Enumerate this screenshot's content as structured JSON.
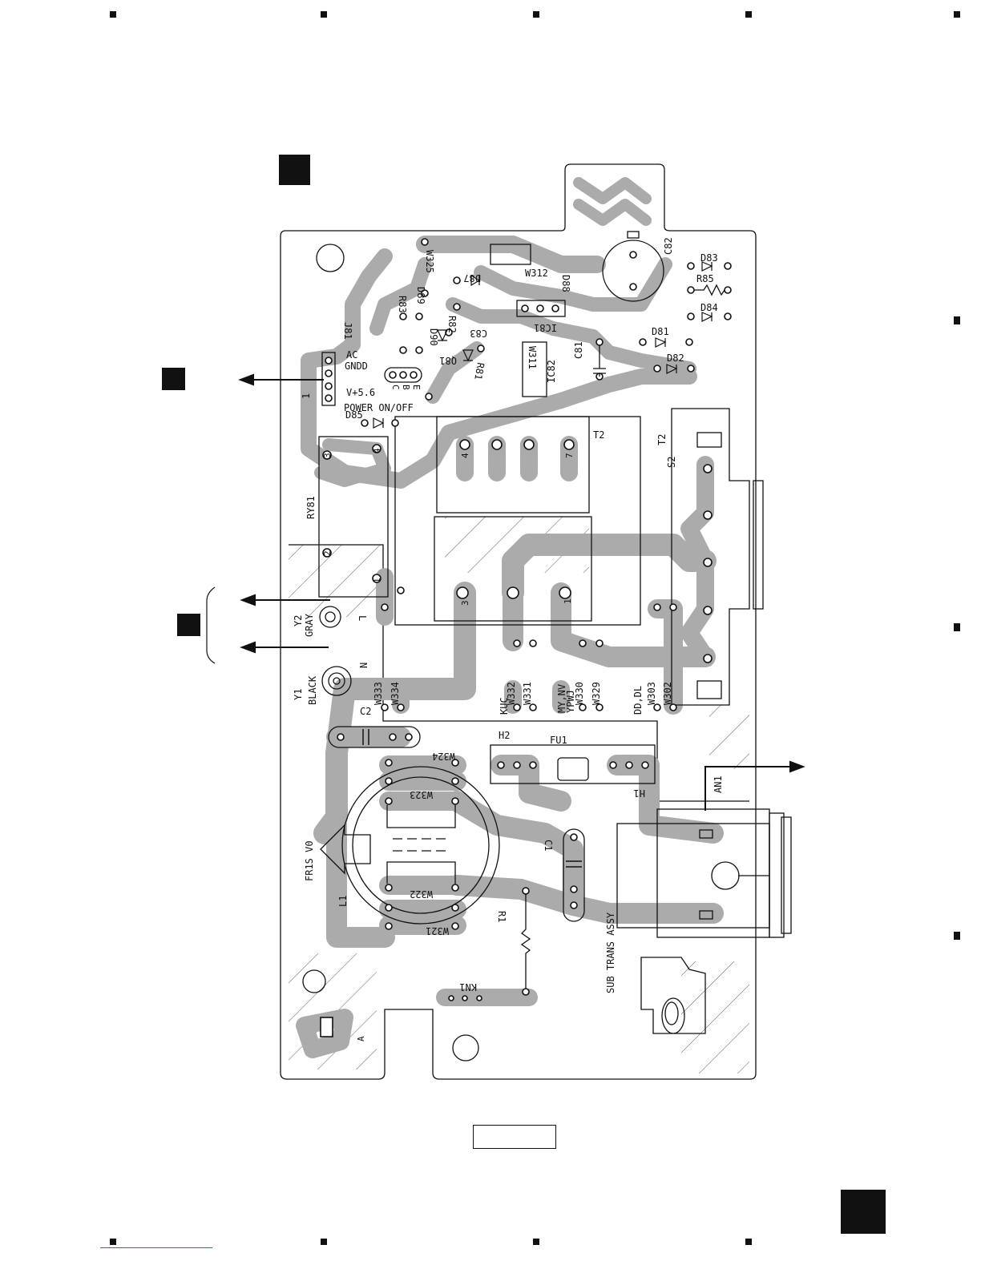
{
  "labels": {
    "j81": "J81",
    "ac": "AC",
    "gndd": "GNDD",
    "v5": "V+5.6",
    "pin1": "1",
    "power": "POWER ON/OFF",
    "d85": "D85",
    "ry81": "RY81",
    "w325": "W325",
    "d87": "D87",
    "w312": "W312",
    "d88": "D88",
    "d89": "D89",
    "r83": "R83",
    "r82": "R82",
    "d90": "D90",
    "c83": "C83",
    "q81": "Q81",
    "r81": "R81",
    "ic81": "IC81",
    "w311": "W311",
    "ic82": "IC82",
    "c81": "C81",
    "c82": "C82",
    "d83": "D83",
    "r85": "R85",
    "d84": "D84",
    "d81": "D81",
    "d82": "D82",
    "t2": "T2",
    "t2b": "T2",
    "s2": "S2",
    "cbe_c": "C",
    "cbe_b": "B",
    "cbe_e": "E",
    "pin3": "3",
    "pin4": "4",
    "pin2": "2",
    "pin1b": "1",
    "y2": "Y2",
    "gray": "GRAY",
    "y1": "Y1",
    "black": "BLACK",
    "l": "L",
    "n": "N",
    "w333": "W333",
    "w334": "W334",
    "kuc": "KUC",
    "w332": "W332",
    "w331": "W331",
    "mynv": "MY,NV",
    "ypwj": "YPWJ",
    "w330": "W330",
    "w329": "W329",
    "dddl": "DD,DL",
    "w303": "W303",
    "w302": "W302",
    "c2": "C2",
    "h2": "H2",
    "fu1": "FU1",
    "h1": "H1",
    "an1": "AN1",
    "w324": "W324",
    "w323": "W323",
    "w322": "W322",
    "w321": "W321",
    "fr1s": "FR1S V0",
    "l1": "L1",
    "c1": "C1",
    "r1": "R1",
    "kn1": "KN1",
    "subtrans": "SUB TRANS ASSY",
    "a": "A",
    "t2p4": "4",
    "t2p7": "7",
    "t2p3": "3",
    "t2p1": "1"
  }
}
